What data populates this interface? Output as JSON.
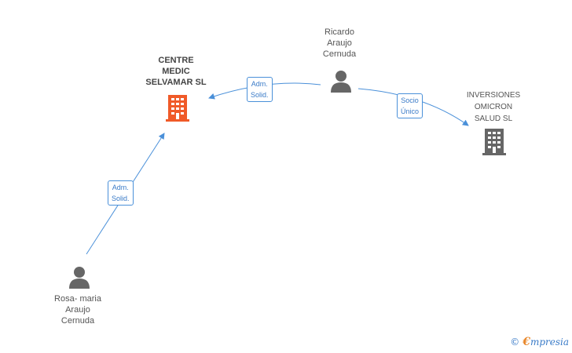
{
  "nodes": {
    "centre_medic": {
      "lines": [
        "CENTRE",
        "MEDIC",
        "SELVAMAR SL"
      ],
      "kind": "company",
      "color": "#f05a28"
    },
    "inversiones": {
      "lines": [
        "INVERSIONES",
        "OMICRON",
        "SALUD SL"
      ],
      "kind": "company",
      "color": "#666666"
    },
    "ricardo": {
      "lines": [
        "Ricardo",
        "Araujo",
        "Cernuda"
      ],
      "kind": "person",
      "color": "#666666"
    },
    "rosa": {
      "lines": [
        "Rosa- maria",
        "Araujo",
        "Cernuda"
      ],
      "kind": "person",
      "color": "#666666"
    }
  },
  "edges": [
    {
      "from": "ricardo",
      "to": "centre_medic",
      "label": [
        "Adm.",
        "Solid."
      ]
    },
    {
      "from": "ricardo",
      "to": "inversiones",
      "label": [
        "Socio",
        "Único"
      ]
    },
    {
      "from": "rosa",
      "to": "centre_medic",
      "label": [
        "Adm.",
        "Solid."
      ]
    }
  ],
  "colors": {
    "edge": "#4a90d9",
    "text": "#555555"
  },
  "branding": {
    "copyright": "©",
    "e": "€",
    "name": "mpresia"
  }
}
